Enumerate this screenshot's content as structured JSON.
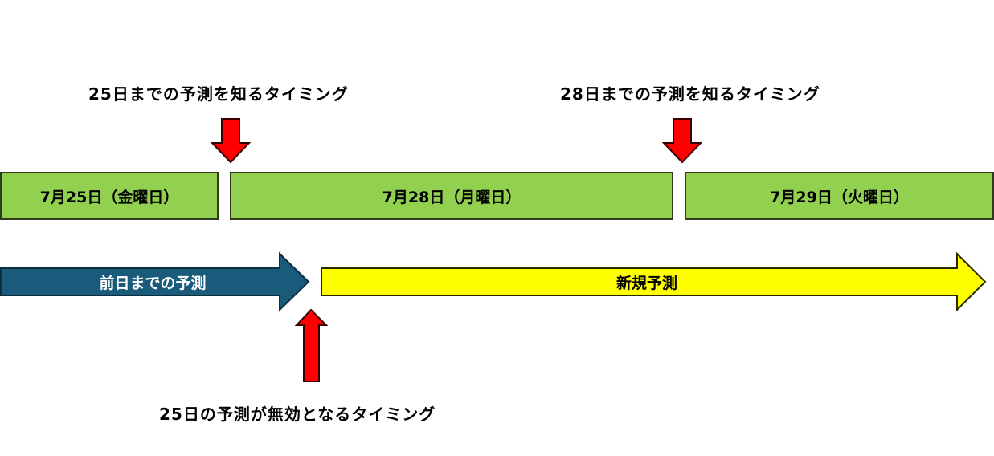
{
  "captions": {
    "top_left": "25日までの予測を知るタイミング",
    "top_right": "28日までの予測を知るタイミング",
    "bottom": "25日の予測が無効となるタイミング"
  },
  "days": [
    {
      "label": "7月25日（金曜日）"
    },
    {
      "label": "7月28日（月曜日）"
    },
    {
      "label": "7月29日（火曜日）"
    }
  ],
  "arrows": {
    "previous": {
      "label": "前日までの予測",
      "color": "#1a5b7b",
      "text_color": "#ffffff"
    },
    "new": {
      "label": "新規予測",
      "color": "#ffff00",
      "text_color": "#000000"
    }
  },
  "marker_color": "#ff0000",
  "day_color": "#92d050"
}
